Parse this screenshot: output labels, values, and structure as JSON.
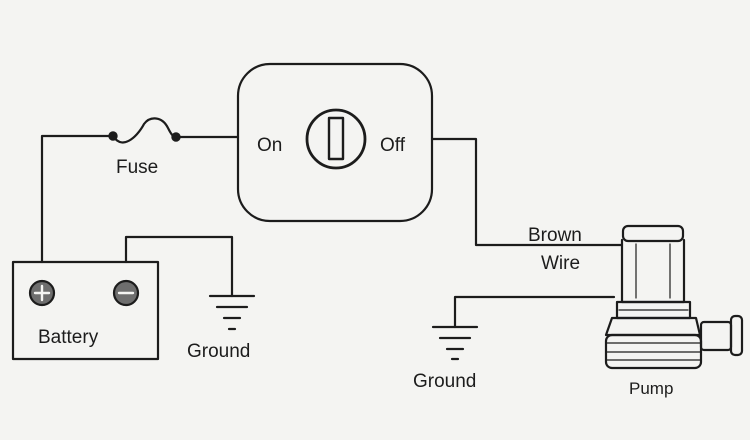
{
  "labels": {
    "fuse": "Fuse",
    "switch_on": "On",
    "switch_off": "Off",
    "battery": "Battery",
    "ground_left": "Ground",
    "ground_right": "Ground",
    "brown": "Brown",
    "wire": "Wire",
    "pump": "Pump"
  },
  "colors": {
    "ink": "#1c1c1c",
    "paper": "#f4f4f2"
  }
}
